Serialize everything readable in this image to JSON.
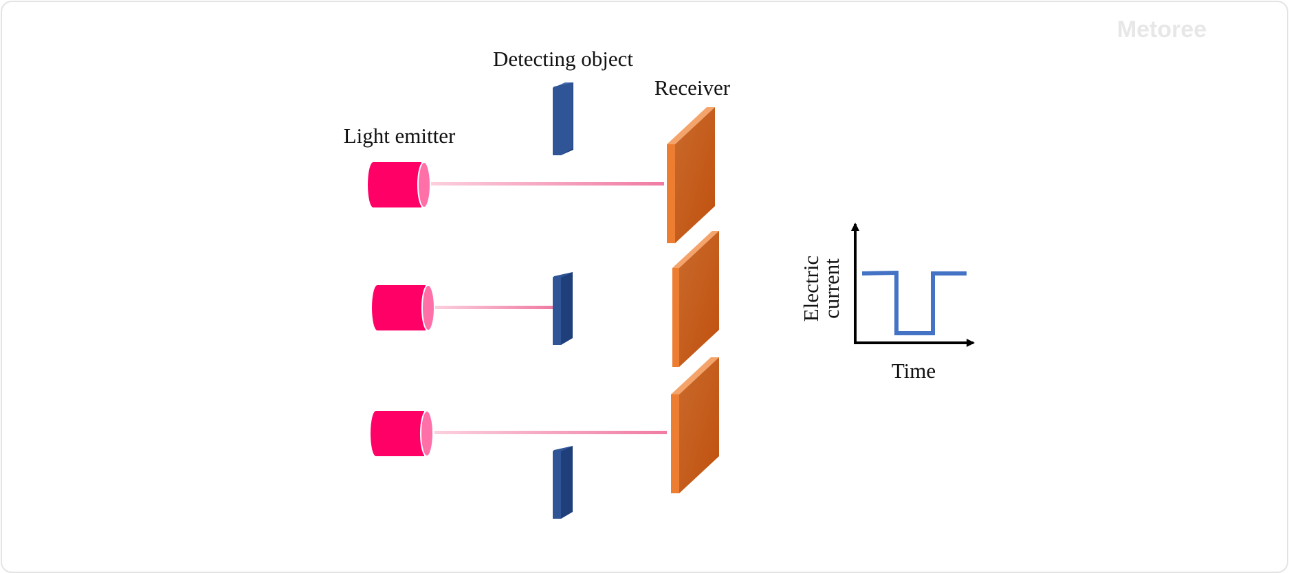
{
  "watermark": "Metoree",
  "labels": {
    "light_emitter": "Light emitter",
    "detecting_object": "Detecting object",
    "receiver": "Receiver",
    "axis_y_line1": "Electric",
    "axis_y_line2": "current",
    "axis_x": "Time"
  },
  "colors": {
    "emitter": "#ff0066",
    "emitter_face": "#ff6fa8",
    "beam": "#f48fb1",
    "object": "#2f5597",
    "receiver": "#c55a11",
    "receiver_edge": "#ed7d31",
    "signal": "#4472c4",
    "axis": "#000000"
  },
  "signal_levels": [
    "high",
    "low",
    "high"
  ]
}
